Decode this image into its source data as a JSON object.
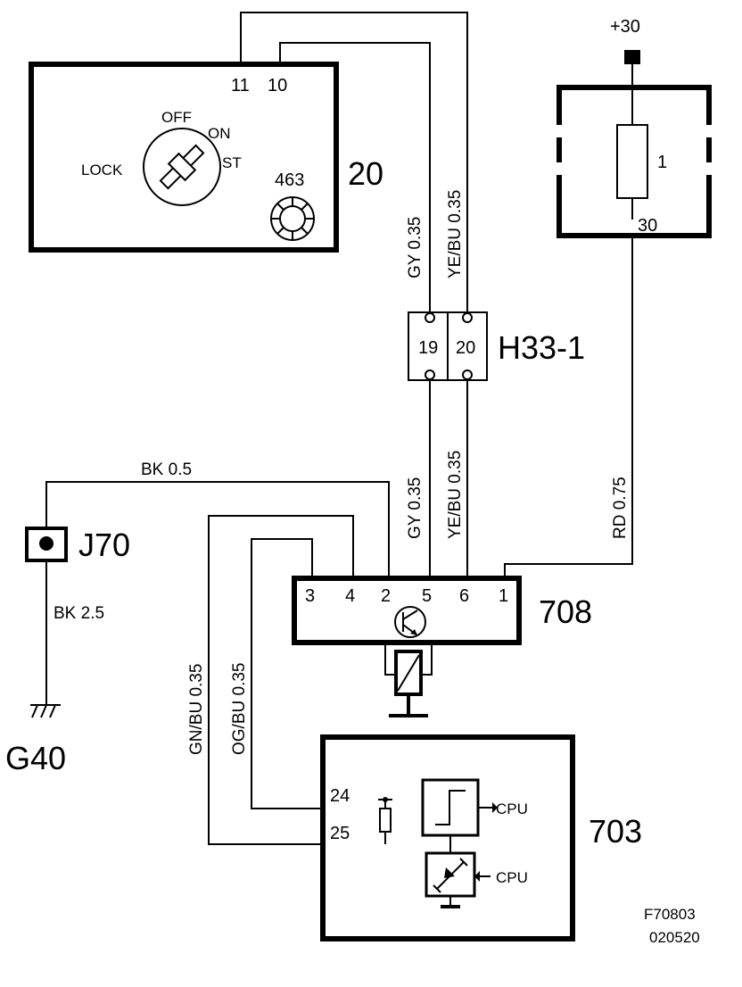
{
  "supply": {
    "label": "+30"
  },
  "fuse_box": {
    "fuse_number": "1",
    "terminal": "30"
  },
  "ignition": {
    "id": "20",
    "pins": [
      "11",
      "10"
    ],
    "positions": {
      "off": "OFF",
      "on": "ON",
      "lock": "LOCK",
      "st": "ST"
    },
    "sub_id": "463"
  },
  "connector_h33": {
    "id": "H33-1",
    "pins": [
      "19",
      "20"
    ]
  },
  "connector_j70": {
    "id": "J70"
  },
  "ground": {
    "id": "G40"
  },
  "module_708": {
    "id": "708",
    "pins": [
      "3",
      "4",
      "2",
      "5",
      "6",
      "1"
    ]
  },
  "module_703": {
    "id": "703",
    "pins": [
      "24",
      "25"
    ],
    "cpu_out": "CPU",
    "cpu_in": "CPU"
  },
  "wires": {
    "gy_upper": "GY  0.35",
    "yebu_upper": "YE/BU  0.35",
    "gy_lower": "GY  0.35",
    "yebu_lower": "YE/BU  0.35",
    "rd": "RD  0.75",
    "bk_05": "BK  0.5",
    "bk_25": "BK  2.5",
    "gnbu": "GN/BU  0.35",
    "ogbu": "OG/BU  0.35"
  },
  "footer": {
    "code": "F70803",
    "date": "020520"
  }
}
